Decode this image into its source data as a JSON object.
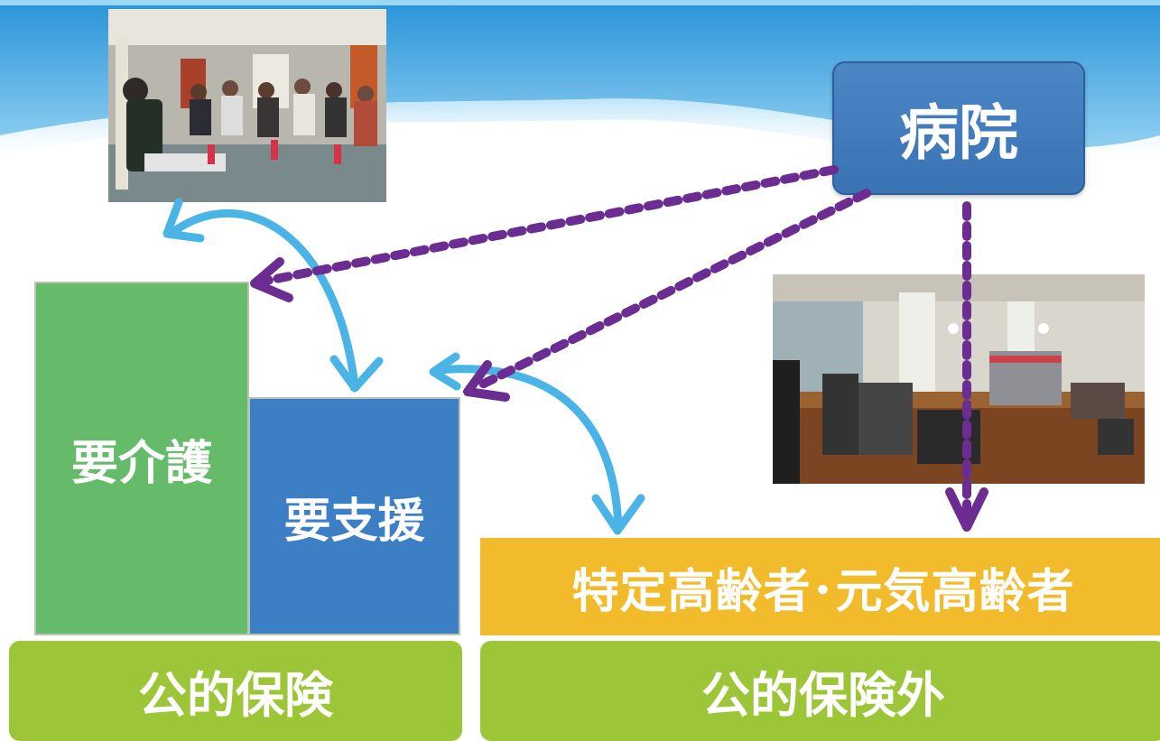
{
  "nodes": {
    "hospital": "病院",
    "care": "要介護",
    "support": "要支援",
    "elderly": "特定高齢者･元気高齢者"
  },
  "insurance": {
    "public": "公的保険",
    "non_public": "公的保険外"
  },
  "photos": [
    {
      "subject": "group-exercise-class"
    },
    {
      "subject": "gym-facility"
    }
  ],
  "colors": {
    "header_blue": "#3ba4e0",
    "care_green": "#66bb6a",
    "support_blue": "#3d7fc4",
    "hospital_blue": "#4282c2",
    "elderly_yellow": "#f2bb2c",
    "insurance_green": "#9cc638",
    "cyan_arrow": "#4ab4e6",
    "purple_arrow": "#6b2d91"
  }
}
